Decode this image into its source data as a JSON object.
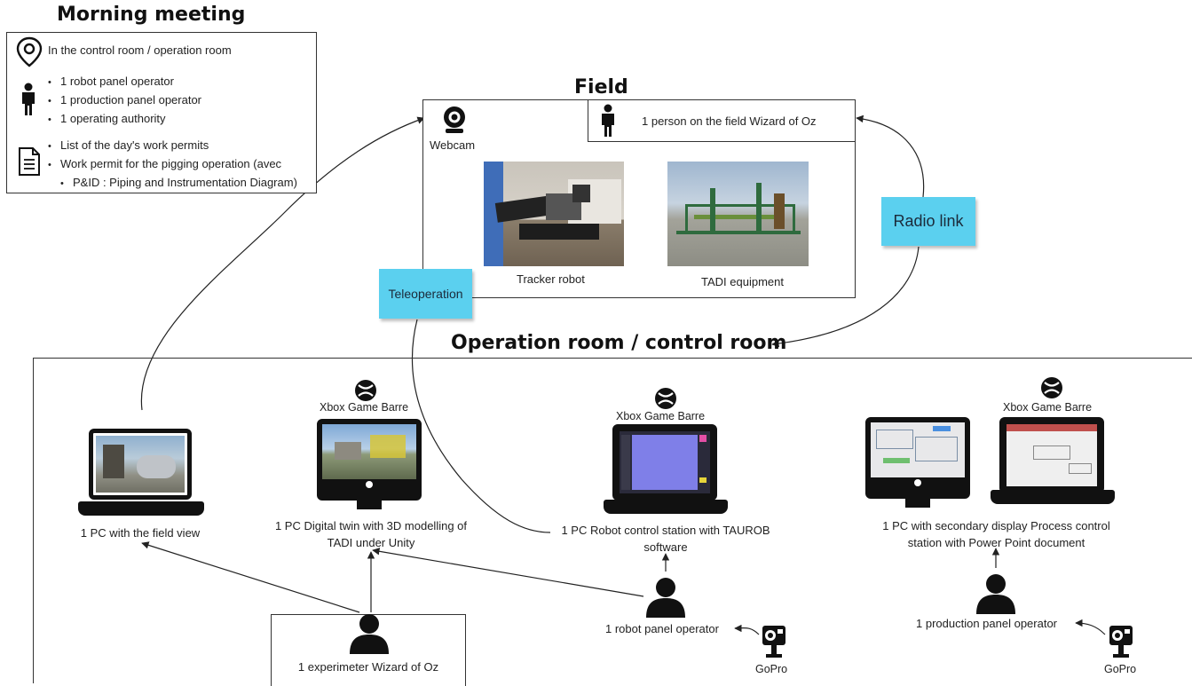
{
  "morning": {
    "title": "Morning meeting",
    "location": "In the control room / operation room",
    "people": [
      "1 robot panel operator",
      "1 production panel operator",
      "1 operating authority"
    ],
    "documents": [
      "List of the day's work permits",
      "Work permit for the pigging operation (avec",
      "P&ID : Piping and Instrumentation Diagram)"
    ]
  },
  "field": {
    "title": "Field",
    "webcam": "Webcam",
    "person": "1 person on the field Wizard of Oz",
    "tracker": "Tracker robot",
    "tadi": "TADI equipment"
  },
  "links": {
    "radio": "Radio link",
    "teleop": "Teleoperation"
  },
  "room": {
    "title": "Operation room / control room",
    "xbox": "Xbox Game Barre",
    "pc_field": "1 PC with the field view",
    "pc_twin_1": "1 PC Digital twin with 3D modelling of",
    "pc_twin_2": "TADI under Unity",
    "pc_robot_1": "1 PC Robot control station with TAUROB",
    "pc_robot_2": "software",
    "pc_process_1": "1 PC with secondary display Process control",
    "pc_process_2": "station with Power Point document",
    "experimenter": "1 experimeter Wizard of Oz",
    "robot_operator": "1 robot panel operator",
    "production_operator": "1 production panel operator",
    "gopro": "GoPro"
  }
}
